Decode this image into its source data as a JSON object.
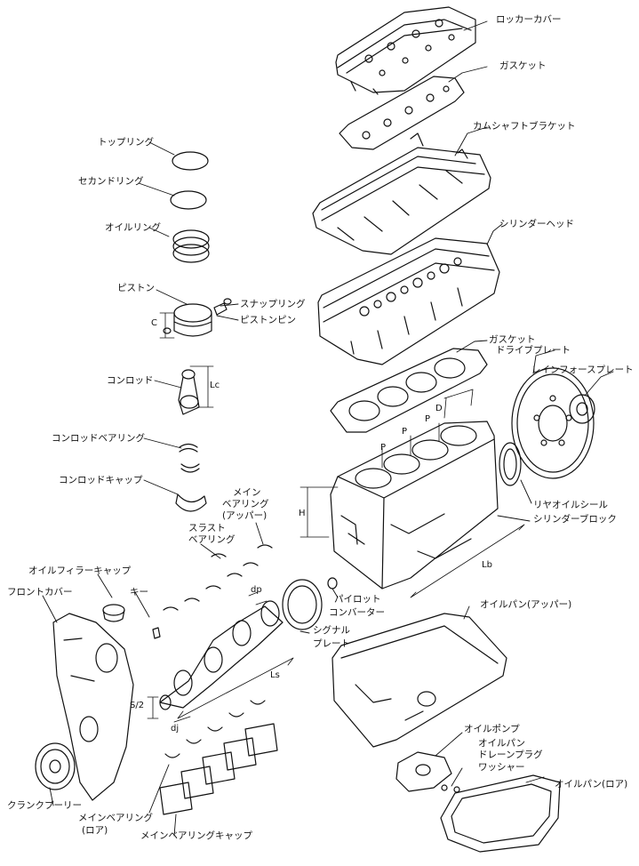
{
  "labels": {
    "rocker_cover": "ロッカーカバー",
    "gasket_top": "ガスケット",
    "camshaft_bracket": "カムシャフトブラケット",
    "cylinder_head": "シリンダーヘッド",
    "gasket_head": "ガスケット",
    "drive_plate": "ドライブプレート",
    "reinforce_plate": "レインフォースプレート",
    "rear_oil_seal": "リヤオイルシール",
    "cylinder_block": "シリンダーブロック",
    "pilot_converter_1": "パイロット",
    "pilot_converter_2": "コンバーター",
    "signal_plate_1": "シグナル",
    "signal_plate_2": "プレート",
    "oil_pan_upper": "オイルパン(アッパー)",
    "oil_pump": "オイルポンプ",
    "drain_plug_1": "オイルパン",
    "drain_plug_2": "ドレーンプラグ",
    "washer": "ワッシャー",
    "oil_pan_lower": "オイルパン(ロア)",
    "top_ring": "トップリング",
    "second_ring": "セカンドリング",
    "oil_ring": "オイルリング",
    "piston": "ピストン",
    "snap_ring": "スナップリング",
    "piston_pin": "ピストンピン",
    "conrod": "コンロッド",
    "conrod_bearing": "コンロッドベアリング",
    "conrod_cap": "コンロッドキャップ",
    "main_bearing_upper_1": "メイン",
    "main_bearing_upper_2": "ベアリング",
    "main_bearing_upper_3": "(アッパー)",
    "thrust_bearing_1": "スラスト",
    "thrust_bearing_2": "ベアリング",
    "oil_filler_cap": "オイルフィラーキャップ",
    "key": "キー",
    "front_cover": "フロントカバー",
    "crank_pulley": "クランクプーリー",
    "main_bearing_lower_1": "メインベアリング",
    "main_bearing_lower_2": "(ロア)",
    "main_bearing_cap": "メインベアリングキャップ"
  },
  "dimensions": {
    "c": "C",
    "lc": "Lc",
    "d": "D",
    "p1": "P",
    "p2": "P",
    "p3": "P",
    "h": "H",
    "lb": "Lb",
    "dp": "dp",
    "ls": "Ls",
    "s2": "S/2",
    "dj": "dj"
  },
  "colors": {
    "line": "#111111",
    "background": "#ffffff"
  }
}
